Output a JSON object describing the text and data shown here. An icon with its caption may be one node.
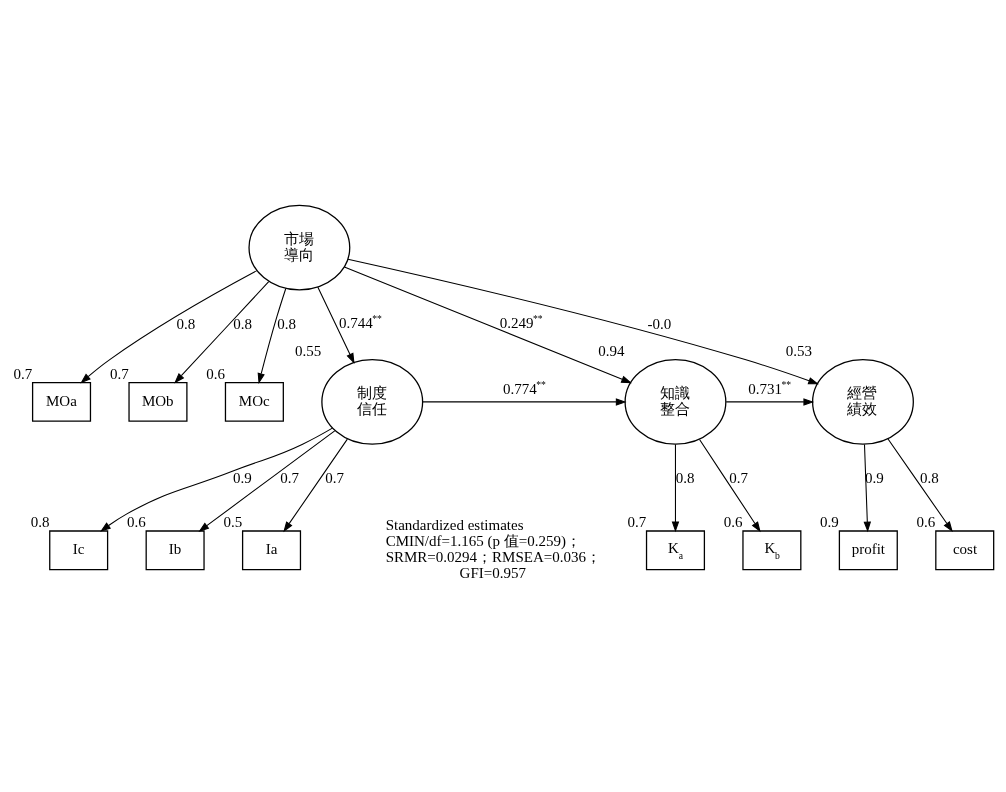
{
  "diagram": {
    "nodes": [
      {
        "text": [
          "MOa"
        ],
        "beside": [
          "0.7"
        ]
      },
      {
        "text": [
          "MOb"
        ],
        "beside": [
          "0.7"
        ]
      },
      {
        "text": [
          "MOc"
        ],
        "beside": [
          "0.6"
        ]
      },
      {
        "text": [
          "市場導向"
        ]
      },
      {
        "text": [
          "知識整合"
        ],
        "beside": [
          "0.94"
        ]
      },
      {
        "text": [
          "經營績效"
        ],
        "beside": [
          "0.53"
        ]
      },
      {
        "text": [
          "cost"
        ],
        "beside": [
          "0.6"
        ]
      },
      {
        "text": [
          "profit"
        ],
        "beside": [
          "0.9"
        ]
      },
      {
        "text": [
          "制度信任"
        ],
        "beside": [
          "0.55"
        ]
      },
      {
        "text": [
          "K$_{b}$"
        ],
        "beside": [
          "0.6"
        ]
      },
      {
        "text": [
          "K$_{a}$"
        ],
        "beside": [
          "0.7"
        ]
      },
      {
        "text": [
          "Ic"
        ],
        "beside": [
          "0.8"
        ]
      },
      {
        "text": [
          "Ib"
        ],
        "beside": [
          "0.6"
        ]
      },
      {
        "text": [
          "Ia"
        ],
        "beside": [
          "0.5"
        ]
      }
    ],
    "edges": [
      {
        "from": 3,
        "to": 0,
        "arrow": "to",
        "label": "0.8"
      },
      {
        "from": 3,
        "to": 1,
        "arrow": "to",
        "label": "0.8"
      },
      {
        "from": 3,
        "to": 2,
        "arrow": "to",
        "label": "0.8"
      },
      {
        "from": 3,
        "to": 5,
        "arrow": "to",
        "label": "-0.0"
      },
      {
        "from": 3,
        "to": 4,
        "arrow": "to",
        "label": "0.249$^{**}$"
      },
      {
        "from": 3,
        "to": 8,
        "arrow": "to",
        "label": "0.744$^{**}$"
      },
      {
        "from": 8,
        "to": 4,
        "arrow": "to",
        "label": "0.774$^{**}$"
      },
      {
        "from": 4,
        "to": 5,
        "arrow": "to",
        "label": "0.731$^{**}$"
      },
      {
        "from": 4,
        "to": 9,
        "arrow": "to",
        "label": "0.7"
      },
      {
        "from": 4,
        "to": 10,
        "arrow": "to",
        "label": "0.8"
      },
      {
        "from": 5,
        "to": 6,
        "arrow": "to",
        "label": "0.8"
      },
      {
        "from": 5,
        "to": 7,
        "arrow": "to",
        "label": "0.9"
      },
      {
        "from": 8,
        "to": 11,
        "arrow": "to",
        "label": "0.9"
      },
      {
        "from": 8,
        "to": 12,
        "arrow": "to",
        "label": "0.7"
      },
      {
        "from": 8,
        "to": 13,
        "arrow": "to",
        "label": "0.7"
      }
    ],
    "labels": [
      "Standardized estimates",
      "CMIN/df=1.165 (p 值=0.259)；",
      "SRMR=0.0294；RMSEA=0.036；",
      "GFI=0.957"
    ]
  }
}
